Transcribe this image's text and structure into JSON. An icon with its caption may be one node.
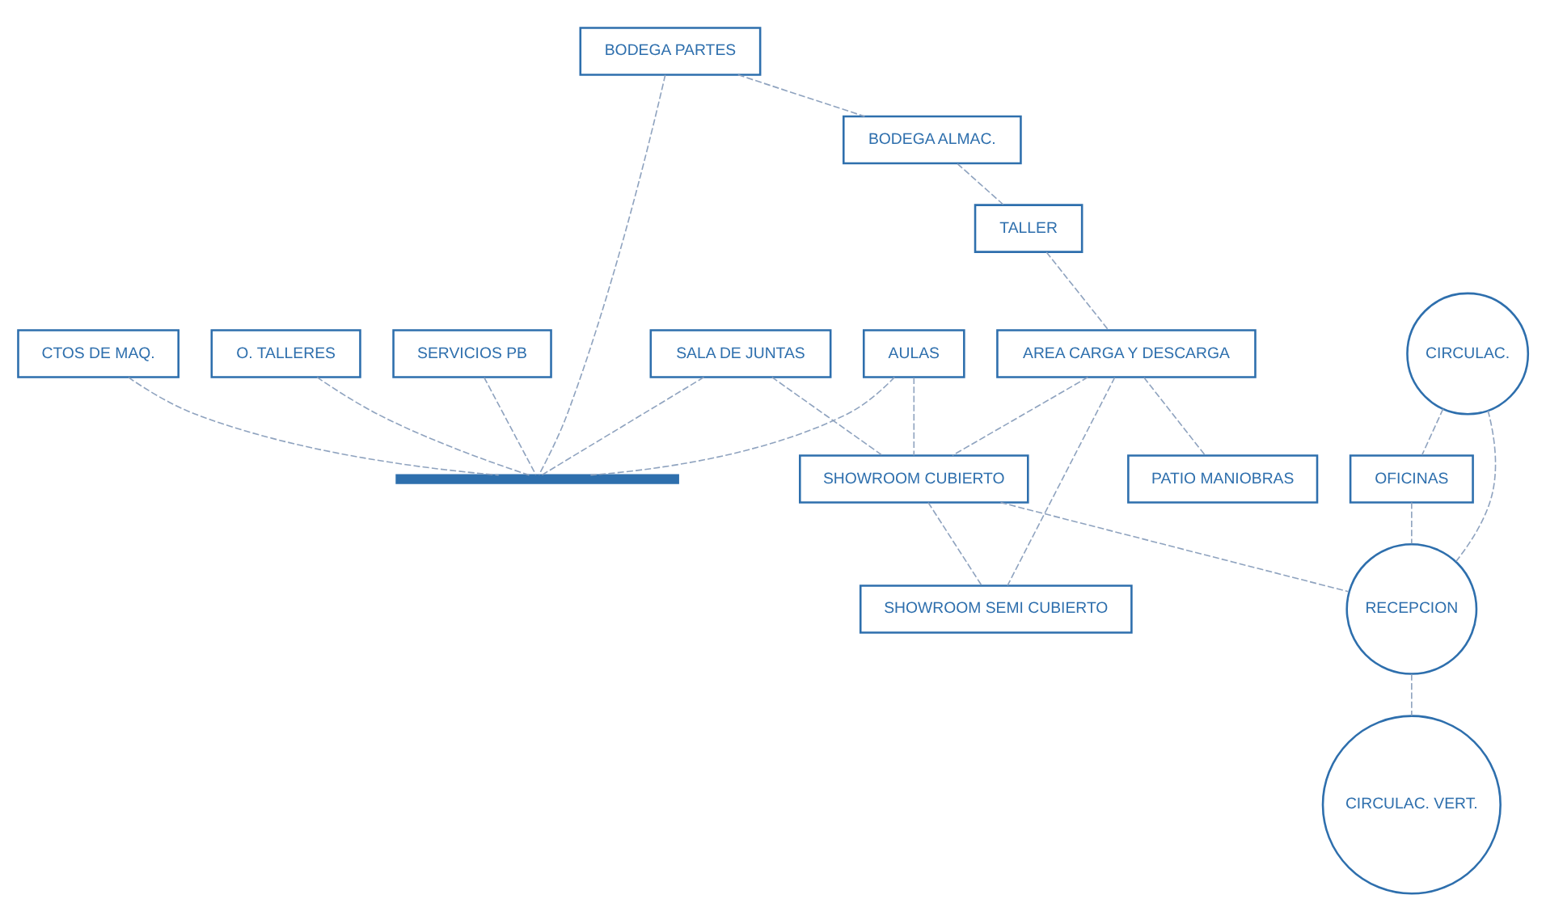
{
  "diagram": {
    "nodes": [
      {
        "text": [
          "CTOS DE MAQ."
        ]
      },
      {
        "text": [
          "O. TALLERES"
        ]
      },
      {
        "text": [
          "SERVICIOS PB"
        ]
      },
      {
        "text": [
          "BODEGA PARTES"
        ]
      },
      {
        "text": [
          "OFICINAS"
        ]
      },
      {
        "text": [],
        "shape": "bar"
      },
      {
        "text": [
          "CIRCULAC."
        ]
      },
      {
        "text": [
          "BODEGA ALMAC."
        ]
      },
      {
        "text": [
          "TALLER"
        ]
      },
      {
        "text": [
          "AULAS"
        ]
      },
      {
        "text": [
          "SALA DE JUNTAS"
        ]
      },
      {
        "text": [
          "RECEPCION"
        ]
      },
      {
        "text": [
          "CIRCULAC. VERT."
        ]
      },
      {
        "text": [
          "SHOWROOM CUBIERTO"
        ]
      },
      {
        "text": [
          "AREA CARGA Y DESCARGA"
        ]
      },
      {
        "text": [
          "SHOWROOM SEMI CUBIERTO"
        ]
      },
      {
        "text": [
          "PATIO MANIOBRAS"
        ]
      }
    ],
    "edges": [
      {
        "from": 3,
        "to": 5,
        "arrow": "none",
        "style": "dashed"
      },
      {
        "from": 1,
        "to": 5,
        "arrow": "none",
        "style": "dashed"
      },
      {
        "from": 0,
        "to": 5,
        "arrow": "none",
        "style": "dashed"
      },
      {
        "from": 2,
        "to": 5,
        "arrow": "none",
        "style": "dashed"
      },
      {
        "from": 6,
        "to": 4,
        "arrow": "none",
        "style": "dashed"
      },
      {
        "from": 6,
        "to": 11,
        "arrow": "none",
        "style": "dashed"
      },
      {
        "from": 4,
        "to": 11,
        "arrow": "none",
        "style": "dashed"
      },
      {
        "from": 11,
        "to": 12,
        "arrow": "none",
        "style": "dashed"
      },
      {
        "from": 9,
        "to": 5,
        "arrow": "none",
        "style": "dashed"
      },
      {
        "from": 10,
        "to": 5,
        "arrow": "none",
        "style": "dashed"
      },
      {
        "from": 9,
        "to": 13,
        "arrow": "none",
        "style": "dashed"
      },
      {
        "from": 10,
        "to": 13,
        "arrow": "none",
        "style": "dashed"
      },
      {
        "from": 13,
        "to": 11,
        "arrow": "none",
        "style": "dashed"
      },
      {
        "from": 13,
        "to": 15,
        "arrow": "none",
        "style": "dashed"
      },
      {
        "from": 14,
        "to": 13,
        "arrow": "none",
        "style": "dashed"
      },
      {
        "from": 14,
        "to": 15,
        "arrow": "none",
        "style": "dashed"
      },
      {
        "from": 3,
        "to": 7,
        "arrow": "none",
        "style": "dashed"
      },
      {
        "from": 7,
        "to": 8,
        "arrow": "none",
        "style": "dashed"
      },
      {
        "from": 8,
        "to": 14,
        "arrow": "none",
        "style": "dashed"
      },
      {
        "from": 14,
        "to": 16,
        "arrow": "none",
        "style": "dashed"
      }
    ]
  }
}
